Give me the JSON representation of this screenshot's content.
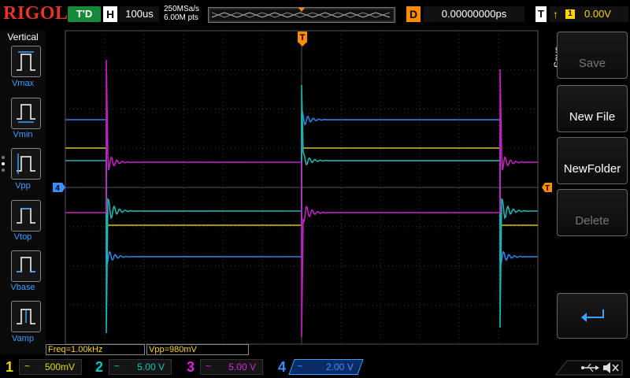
{
  "topbar": {
    "logo": "RIGOL",
    "trigger_status": "T'D",
    "horizontal_badge": "H",
    "timebase": "100us",
    "sample_rate": "250MSa/s",
    "memory_depth": "6.00M pts",
    "delay_badge": "D",
    "delay_value": "0.00000000ps",
    "trigger_badge": "T",
    "trigger_source": "1",
    "trigger_level": "0.00V"
  },
  "left_panel": {
    "title": "Vertical",
    "items": [
      {
        "label": "Vmax"
      },
      {
        "label": "Vmin"
      },
      {
        "label": "Vpp"
      },
      {
        "label": "Vtop"
      },
      {
        "label": "Vbase"
      },
      {
        "label": "Vamp"
      }
    ]
  },
  "right_menu": {
    "title": "Save",
    "items": [
      {
        "label": "Save",
        "enabled": false
      },
      {
        "label": "New File",
        "enabled": true
      },
      {
        "label": "NewFolder",
        "enabled": true
      },
      {
        "label": "Delete",
        "enabled": false
      }
    ],
    "back_icon": "return-arrow-icon"
  },
  "measurements": [
    {
      "text": "Freq=1.00kHz"
    },
    {
      "text": "Vpp=980mV"
    }
  ],
  "channels": [
    {
      "number": "1",
      "coupling": "~",
      "scale": "500mV",
      "color": "#e6d800"
    },
    {
      "number": "2",
      "coupling": "~",
      "scale": "5.00 V",
      "color": "#00c8c8"
    },
    {
      "number": "3",
      "coupling": "~",
      "scale": "5.00 V",
      "color": "#e020e0"
    },
    {
      "number": "4",
      "coupling": "~",
      "scale": "2.00 V",
      "color": "#3a8fff"
    }
  ],
  "markers": {
    "ch4_ground": "4",
    "trigger_marker": "T"
  },
  "colors": {
    "ch1": "#d4c400",
    "ch2": "#1fb3b3",
    "ch3": "#c020c0",
    "ch4": "#2f7fe0",
    "trigger": "#ff8c00",
    "grid": "#3a3a3a"
  },
  "icons": {
    "usb": "usb-icon",
    "sound": "speaker-muted-icon",
    "network": "network-icon"
  }
}
